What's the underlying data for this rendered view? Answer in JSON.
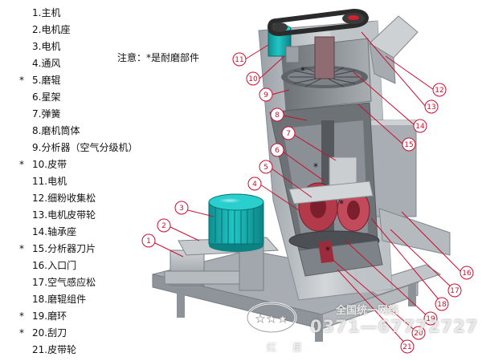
{
  "legend": {
    "items": [
      {
        "label": "1.主机",
        "star": ""
      },
      {
        "label": "2.电机座",
        "star": ""
      },
      {
        "label": "3.电机",
        "star": ""
      },
      {
        "label": "4.通风",
        "star": ""
      },
      {
        "label": "5.磨辊",
        "star": "*"
      },
      {
        "label": "6.星架",
        "star": ""
      },
      {
        "label": "7.弹簧",
        "star": ""
      },
      {
        "label": "8.磨机筒体",
        "star": ""
      },
      {
        "label": "9.分析器（空气分级机）",
        "star": ""
      },
      {
        "label": "10.皮带",
        "star": "*"
      },
      {
        "label": "11.电机",
        "star": ""
      },
      {
        "label": "12.细粉收集松",
        "star": ""
      },
      {
        "label": "13.电机皮带轮",
        "star": ""
      },
      {
        "label": "14.轴承座",
        "star": ""
      },
      {
        "label": "15.分析器刀片",
        "star": "*"
      },
      {
        "label": "16.入口门",
        "star": ""
      },
      {
        "label": "17.空气感应松",
        "star": ""
      },
      {
        "label": "18.磨辊组件",
        "star": ""
      },
      {
        "label": "19.磨环",
        "star": "*"
      },
      {
        "label": "20.刮刀",
        "star": "*"
      },
      {
        "label": "21.皮带轮",
        "star": ""
      }
    ]
  },
  "note": "注意：*是耐磨部件",
  "callouts": [
    "1",
    "2",
    "3",
    "4",
    "5",
    "6",
    "7",
    "8",
    "9",
    "10",
    "11",
    "12",
    "13",
    "14",
    "15",
    "16",
    "17",
    "18",
    "19",
    "20",
    "21"
  ],
  "watermark": {
    "slogan": "全国统一网络",
    "phone": "0371—67772727",
    "brand_chars": [
      "红",
      "星"
    ]
  },
  "colors": {
    "callout_stroke": "#c8102e",
    "motor_teal": "#17b7b7",
    "machine_gray": "#b9bec3",
    "belt_dark": "#2b2b2b",
    "rotor_red": "#b23a4a"
  }
}
